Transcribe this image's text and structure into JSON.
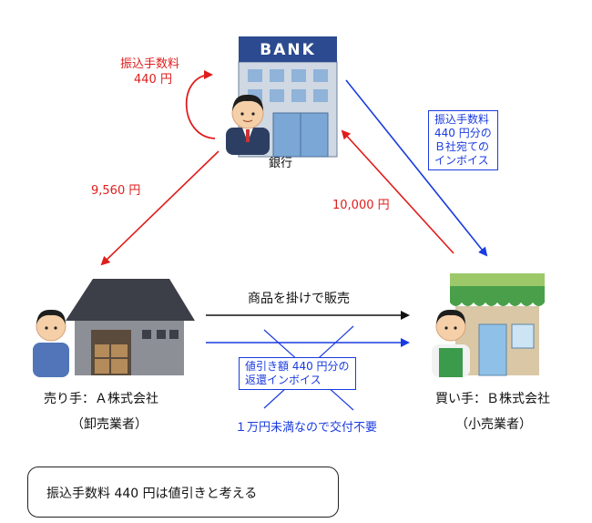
{
  "bank": {
    "sign_text": "BANK",
    "label": "銀行",
    "fee_label_line1": "振込手数料",
    "fee_label_line2": "440 円"
  },
  "flows": {
    "bank_to_seller_amount": "9,560 円",
    "buyer_to_bank_amount": "10,000 円",
    "bank_to_buyer_note": [
      "振込手数料",
      "440 円分の",
      "Ｂ社宛ての",
      "インボイス"
    ],
    "goods_arrow_label": "商品を掛けで販売",
    "return_invoice_note": [
      "値引き額 440 円分の",
      "返還インボイス"
    ],
    "not_required_text": "１万円未満なので交付不要"
  },
  "seller": {
    "label": "売り手：Ａ株式会社",
    "sublabel": "（卸売業者）"
  },
  "buyer": {
    "label": "買い手：Ｂ株式会社",
    "sublabel": "（小売業者）"
  },
  "callout": {
    "text": "振込手数料 440 円は値引きと考える"
  },
  "colors": {
    "red": "#e01d1d",
    "blue": "#1a3be0",
    "black": "#111111"
  }
}
